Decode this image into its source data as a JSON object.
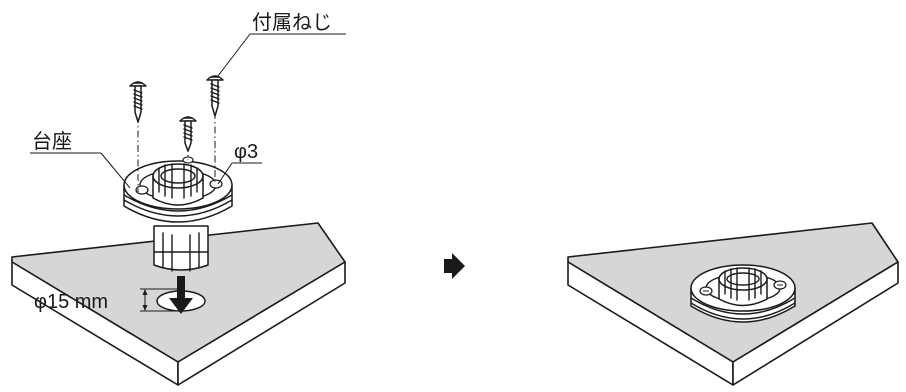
{
  "labels": {
    "screws": "付属ねじ",
    "base": "台座",
    "screw_hole": "φ3",
    "cable_hole": "φ15 mm"
  },
  "icons": {
    "step_arrow": "next-step-arrow-icon"
  },
  "colors": {
    "surface": "#d6d6d6",
    "line": "#1a1a1a"
  }
}
